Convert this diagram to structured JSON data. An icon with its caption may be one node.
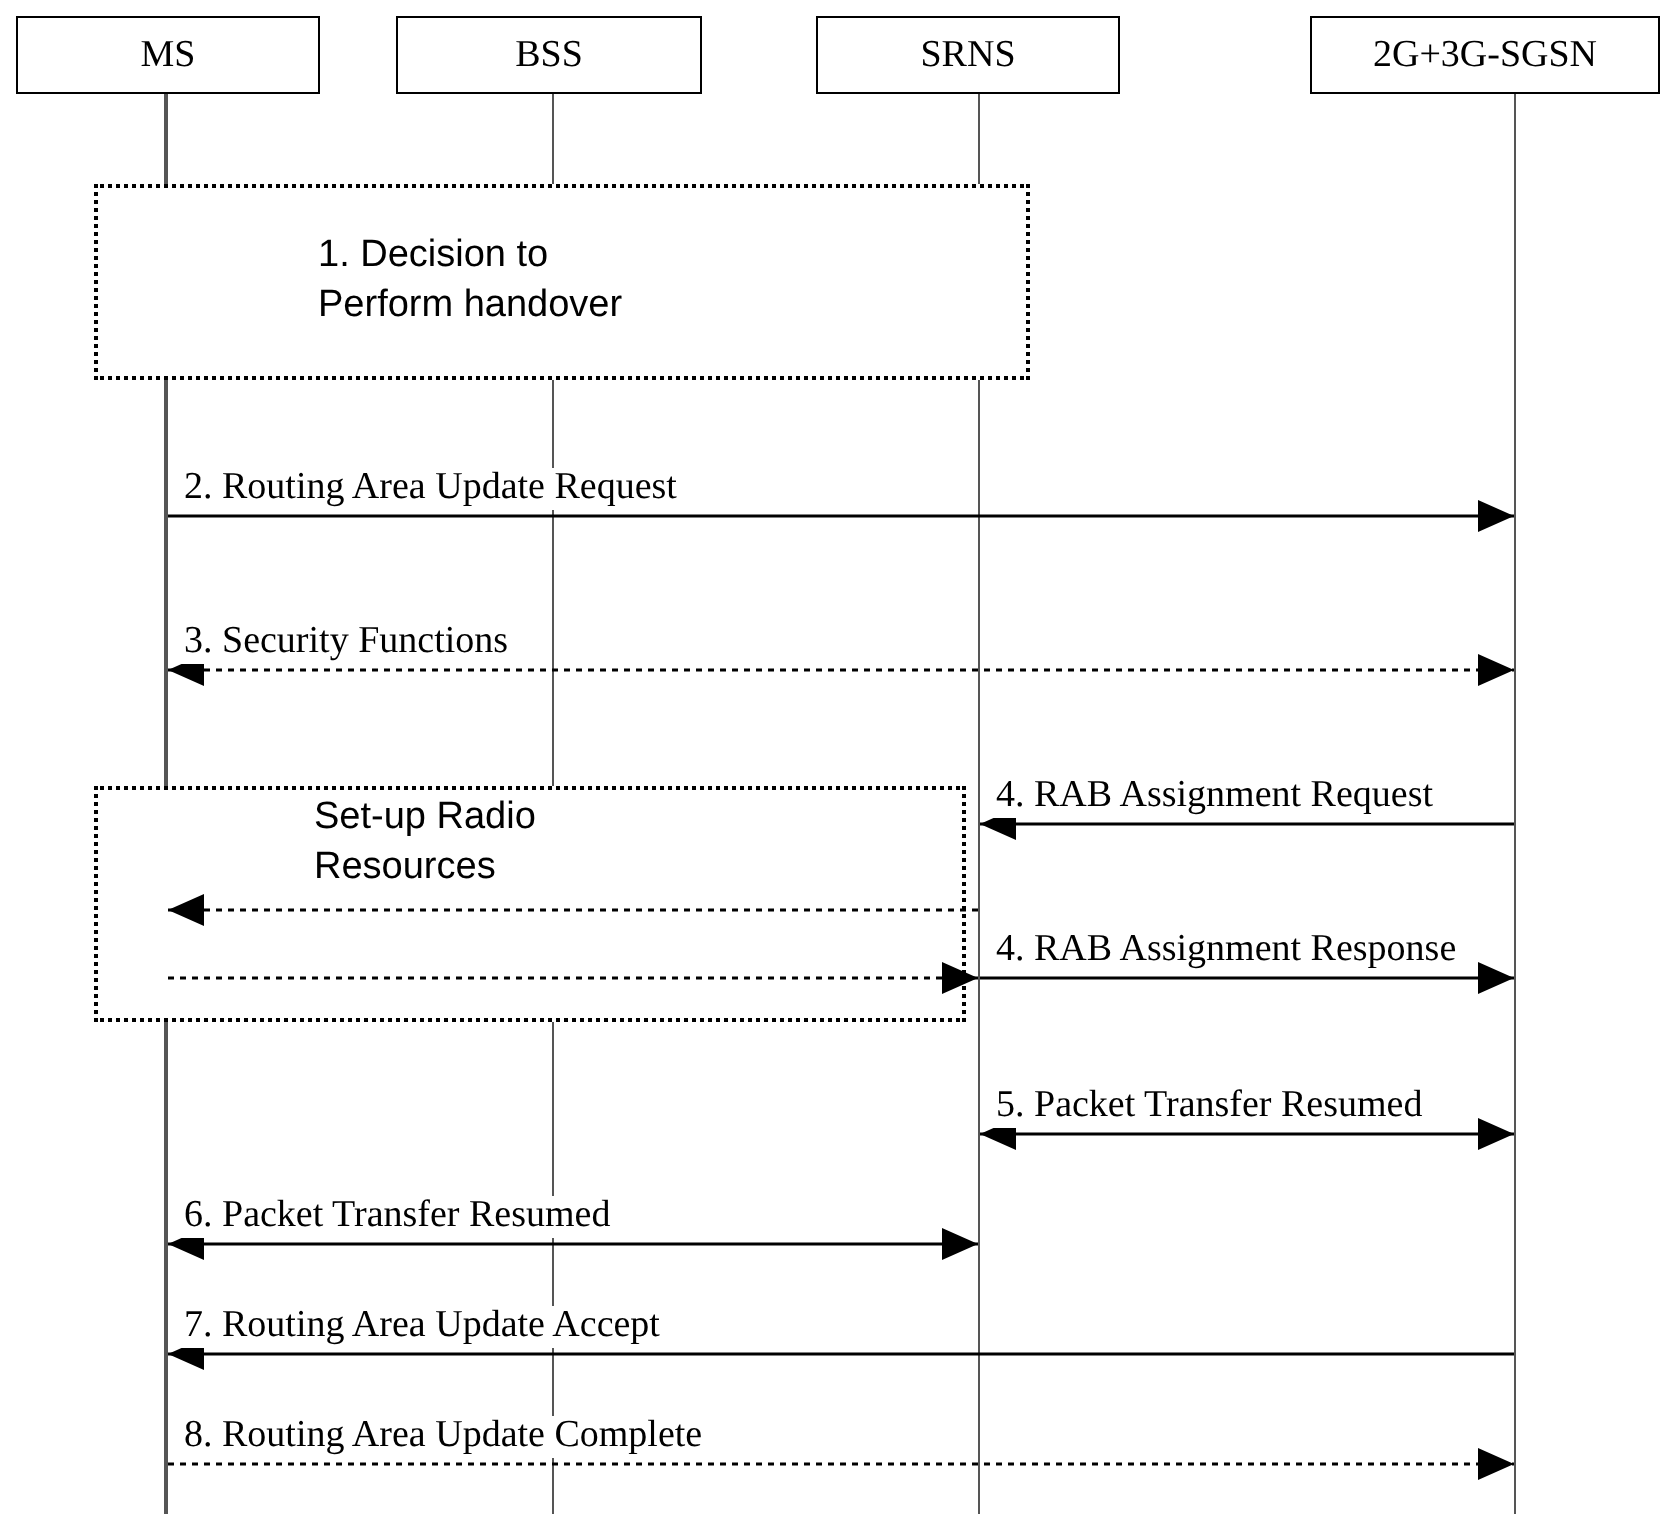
{
  "diagram": {
    "nodes": [
      {
        "text": [
          "MS"
        ]
      },
      {
        "text": [
          "BSS"
        ]
      },
      {
        "text": [
          "SRNS"
        ]
      },
      {
        "text": [
          "2G+3G-SGSN"
        ]
      },
      {
        "text": [],
        "shape": "bar"
      },
      {
        "text": [],
        "shape": "bar"
      },
      {
        "text": [],
        "shape": "bar"
      },
      {
        "text": [],
        "shape": "bar"
      },
      {
        "text": [
          "1. Decision to Perform handover"
        ]
      },
      {
        "text": [
          "Set-up Radio Resources"
        ]
      }
    ],
    "edges": [
      {
        "from": 4,
        "to": 7,
        "arrow": "to",
        "label": "2. Routing Area Update Request"
      },
      {
        "from": 4,
        "to": 7,
        "arrow": "both",
        "label": "3. Security Functions",
        "style": "dashed"
      },
      {
        "from": 7,
        "to": 6,
        "arrow": "to",
        "label": "4. RAB Assignment Request"
      },
      {
        "from": 6,
        "to": 4,
        "arrow": "to",
        "style": "dashed"
      },
      {
        "from": 4,
        "to": 6,
        "arrow": "to",
        "style": "dashed"
      },
      {
        "from": 6,
        "to": 7,
        "arrow": "to",
        "label": "4. RAB Assignment Response"
      },
      {
        "from": 6,
        "to": 7,
        "arrow": "both",
        "label": "5. Packet Transfer Resumed"
      },
      {
        "from": 4,
        "to": 6,
        "arrow": "both",
        "label": "6. Packet Transfer Resumed"
      },
      {
        "from": 7,
        "to": 4,
        "arrow": "to",
        "label": "7. Routing Area Update Accept"
      },
      {
        "from": 4,
        "to": 7,
        "arrow": "to",
        "label": "8. Routing Area Update Complete",
        "style": "dashed"
      }
    ]
  }
}
